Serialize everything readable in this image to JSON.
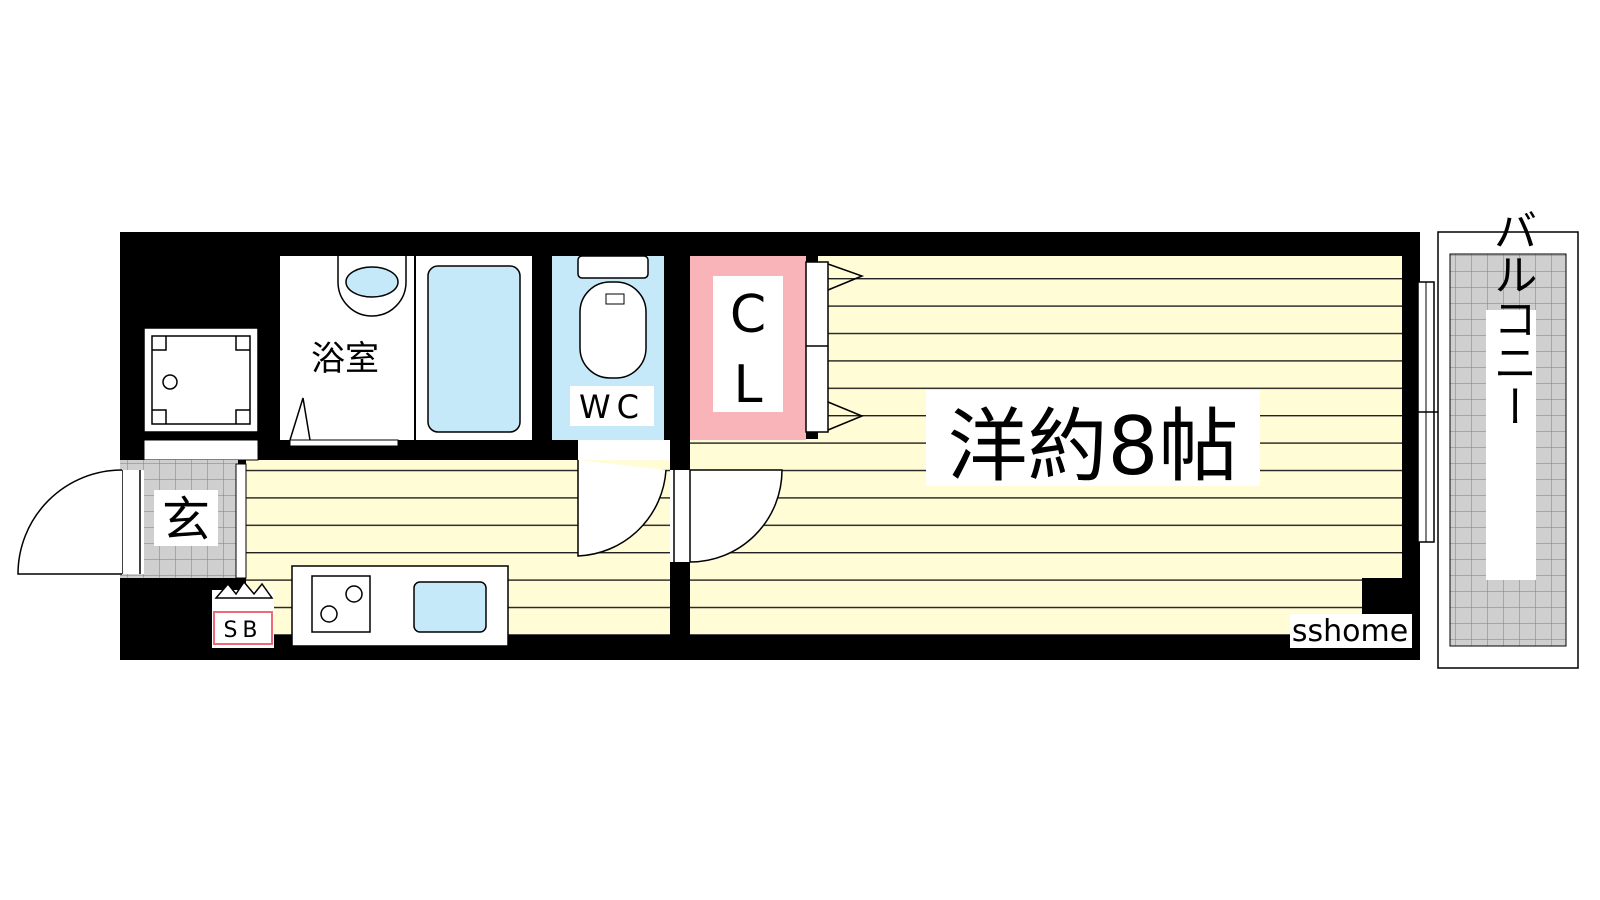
{
  "rooms": {
    "main_room": "洋約8帖",
    "closet_line1": "C",
    "closet_line2": "L",
    "toilet": "WC",
    "bath": "浴室",
    "entrance": "玄",
    "shoe_box": "SB",
    "balcony": "バルコニー"
  },
  "watermark": "sshome",
  "colors": {
    "floor": "#fffcd6",
    "floor_lines": "#222222",
    "water": "#c6e9fa",
    "closet": "#f8b4b8",
    "wall": "#000000",
    "balcony_grid": "#cfcfcf",
    "entrance_tile": "#cfcfcf"
  }
}
